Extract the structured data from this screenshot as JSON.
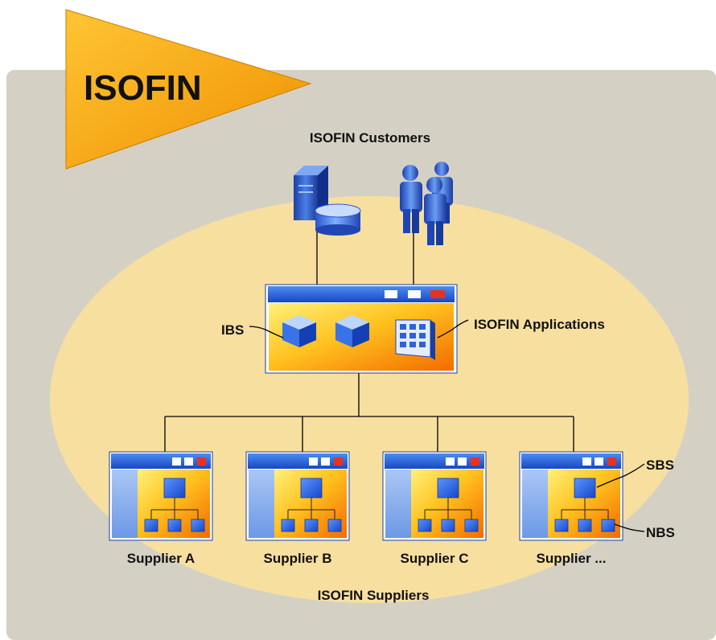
{
  "banner": {
    "title": "ISOFIN"
  },
  "diagram": {
    "customers_label": "ISOFIN Customers",
    "applications_label": "ISOFIN Applications",
    "ibs_label": "IBS",
    "sbs_label": "SBS",
    "nbs_label": "NBS",
    "suppliers_label": "ISOFIN Suppliers",
    "suppliers": [
      {
        "name": "Supplier A"
      },
      {
        "name": "Supplier B"
      },
      {
        "name": "Supplier C"
      },
      {
        "name": "Supplier ..."
      }
    ]
  },
  "colors": {
    "panel": "#d4d1c4",
    "ellipse": "#f7dfa0",
    "banner_orange": "#f5a91a",
    "window_blue": "#1f5bd6",
    "close_red": "#e8321e"
  }
}
